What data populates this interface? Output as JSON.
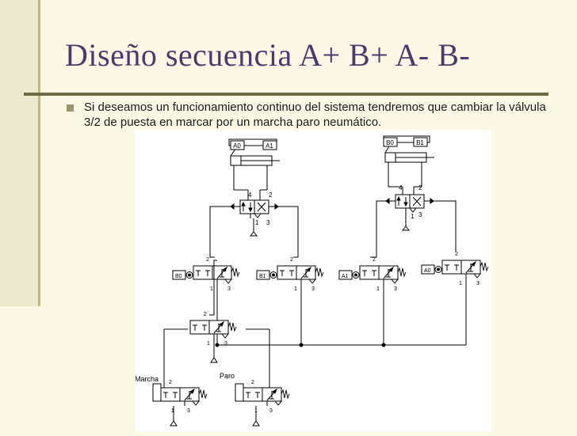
{
  "slide": {
    "title": "Diseño secuencia A+ B+ A- B-",
    "bullet": "Si deseamos un funcionamiento continuo del sistema tendremos que cambiar la válvula 3/2 de puesta en marcar por un marcha paro neumático."
  },
  "diagram": {
    "cylinder_a": {
      "left_label": "A0",
      "right_label": "A1"
    },
    "cylinder_b": {
      "left_label": "B0",
      "right_label": "B1"
    },
    "sensors": [
      "B0",
      "B1",
      "A1",
      "A0"
    ],
    "port_labels": {
      "p1": "1",
      "p2": "2",
      "p3": "3",
      "p4": "4"
    },
    "marcha_label": "Marcha",
    "paro_label": "Paro"
  }
}
